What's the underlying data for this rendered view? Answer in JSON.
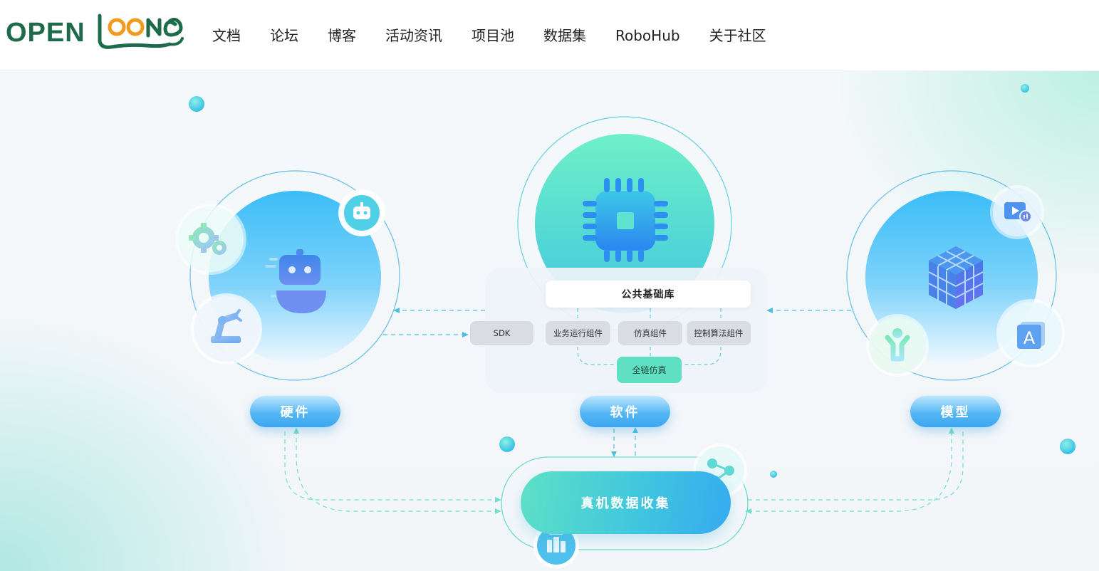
{
  "header": {
    "logo": {
      "part1": "OPEN",
      "part2": "LOONG"
    },
    "nav": [
      "文档",
      "论坛",
      "博客",
      "活动资讯",
      "项目池",
      "数据集",
      "RoboHub",
      "关于社区"
    ]
  },
  "hero": {
    "hardware_label": "硬件",
    "software_label": "软件",
    "model_label": "模型",
    "library": {
      "title": "公共基础库",
      "chips": [
        "SDK",
        "业务运行组件",
        "仿真组件",
        "控制算法组件"
      ],
      "sim_chip": "全链仿真"
    },
    "data_collection": "真机数据收集"
  },
  "icons": {
    "hardware": [
      "robot-head-icon",
      "robot-face-icon",
      "gears-icon",
      "robot-arm-icon"
    ],
    "software": [
      "chip-icon"
    ],
    "model": [
      "cube-icon",
      "video-chart-icon",
      "text-a-icon",
      "person-icon"
    ],
    "data": [
      "share-nodes-icon",
      "database-icon"
    ]
  },
  "colors": {
    "brand_green": "#1d6b4a",
    "brand_orange": "#f39a1e",
    "accent_blue": "#3aa6ef",
    "accent_teal": "#5fe0c3"
  }
}
